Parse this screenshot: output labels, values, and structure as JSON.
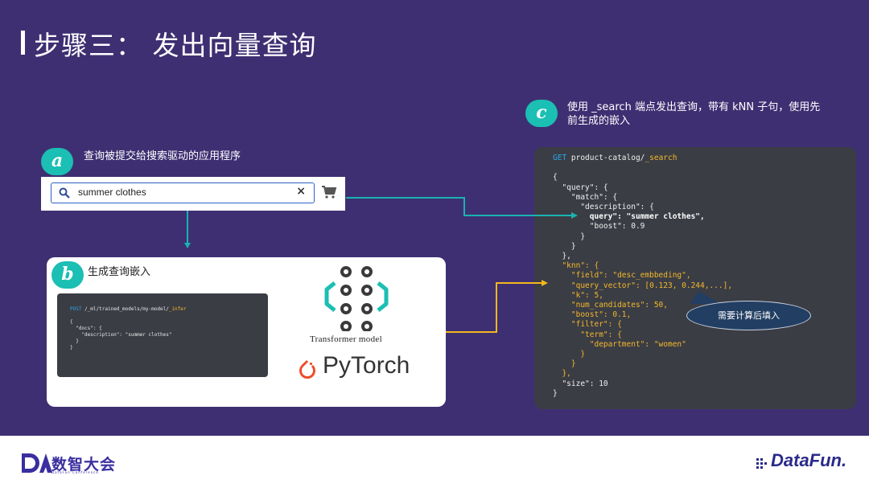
{
  "title": "步骤三：  发出向量查询",
  "steps": {
    "a": {
      "badge": "a",
      "text": "查询被提交给搜索驱动的应用程序"
    },
    "b": {
      "badge": "b",
      "text": "生成查询嵌入"
    },
    "c": {
      "badge": "c",
      "text_line1": "使用 _search 端点发出查询，带有 kNN 子句，使用先",
      "text_line2": "前生成的嵌入"
    }
  },
  "search": {
    "query": "summer clothes",
    "clear": "×"
  },
  "infer_request": {
    "method": "POST",
    "path": " /_ml/trained_models/my-model/",
    "endpoint": "_infer",
    "body": "{\n  \"docs\": {\n    \"description\": \"summer clothes\"\n  }\n}"
  },
  "model": {
    "label": "Transformer model",
    "framework": "PyTorch"
  },
  "search_request": {
    "method": "GET",
    "path": " product-catalog/",
    "endpoint": "_search",
    "query_block": "{\n  \"query\": {\n    \"match\": {\n      \"description\": {",
    "query_field": "        query\": \"summer clothes\",",
    "query_rest": "        \"boost\": 0.9\n      }\n    }\n  },",
    "knn_block": "  \"knn\": {\n    \"field\": \"desc_embbeding\",\n    \"query_vector\": [0.123, 0.244,...],\n    \"k\": 5,\n    \"num_candidates\": 50,\n    \"boost\": 0.1,\n    \"filter\": {\n      \"term\": {\n        \"department\": \"women\"\n      }\n    }\n  },",
    "tail": "  \"size\": 10\n}"
  },
  "callout": "需要计算后填入",
  "footer": {
    "left_logo": "数智大会",
    "left_logo_sub": "DataFun Conference",
    "right_logo": "DataFun."
  },
  "colors": {
    "background": "#3e2f72",
    "accent": "#1bbfb3",
    "arrow_teal": "#19b3b0",
    "arrow_yellow": "#f3b71e",
    "code_bg": "#3b3d45"
  }
}
